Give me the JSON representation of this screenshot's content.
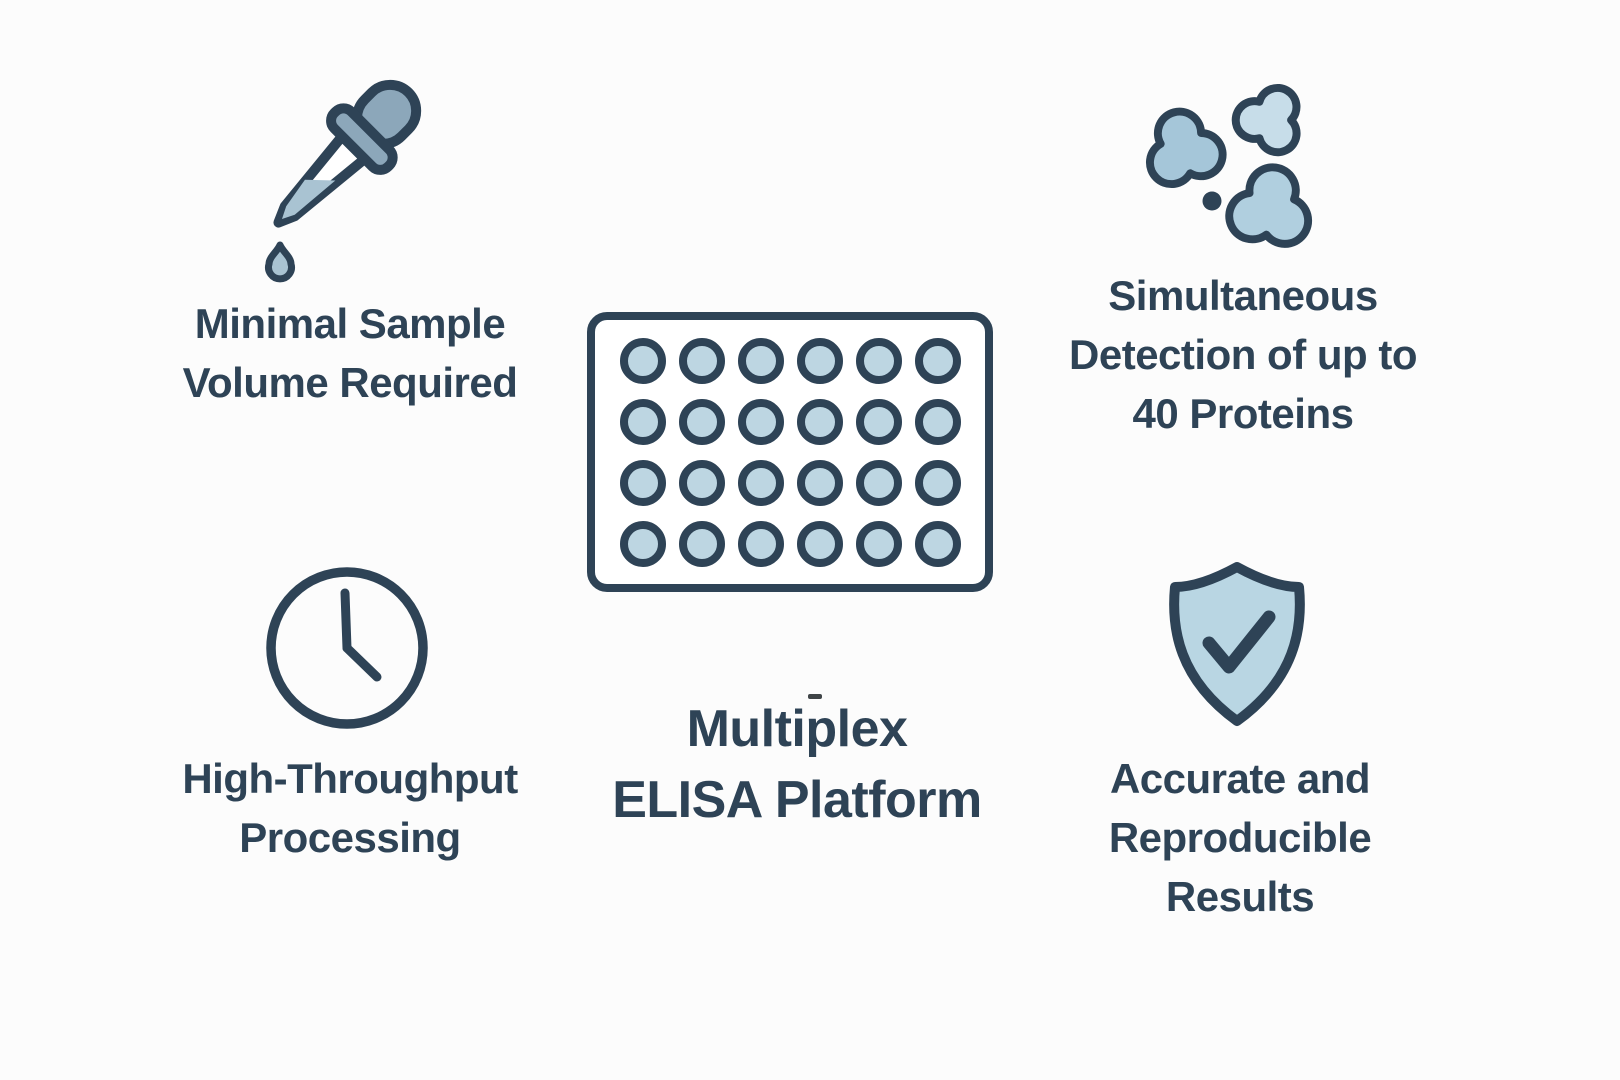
{
  "title": {
    "lines": [
      "Multiplex",
      "ELISA Platform"
    ],
    "stray_mark": "-"
  },
  "features": [
    {
      "id": "minimal-sample-volume",
      "icon": "dropper-icon",
      "label_lines": [
        "Minimal Sample",
        "Volume Required"
      ]
    },
    {
      "id": "simultaneous-detection",
      "icon": "proteins-icon",
      "label_lines": [
        "Simultaneous",
        "Detection of up to",
        "40 Proteins"
      ]
    },
    {
      "id": "high-throughput",
      "icon": "clock-icon",
      "label_lines": [
        "High-Throughput",
        "Processing"
      ]
    },
    {
      "id": "accurate-reproducible",
      "icon": "shield-check-icon",
      "label_lines": [
        "Accurate and",
        "Reproducible",
        "Results"
      ]
    }
  ],
  "plate": {
    "icon": "microplate-icon",
    "rows": 4,
    "cols": 6,
    "well_count": 24
  },
  "theme": {
    "background": "#fcfcfc",
    "ink": "#2e4356",
    "text": "#2e4356",
    "well_fill": "#bdd6e2",
    "shield_fill": "#b9d6e3",
    "bulb_fill": "#8ca7ba",
    "liquid_fill": "#a9c3d2",
    "blob_fill_large": "#a5c6d9",
    "blob_fill_light": "#c7dde9",
    "blob_fill_bottom": "#b0cfdf",
    "dot_fill": "#2e4356",
    "artifact_dash": "#3f4447"
  }
}
